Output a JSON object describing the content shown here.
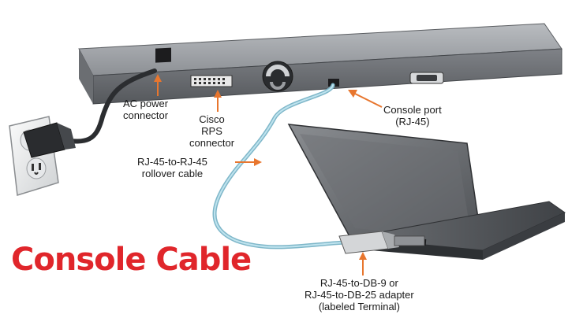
{
  "title": "Console Cable",
  "colors": {
    "title": "#e0262b",
    "arrow": "#e8762e",
    "cable": "#9fd0e0",
    "switch_body": "#7a7d82",
    "laptop_body": "#5c5f63"
  },
  "labels": {
    "ac_power": [
      "AC power",
      "connector"
    ],
    "cisco_rps": [
      "Cisco",
      "RPS",
      "connector"
    ],
    "rollover": [
      "RJ-45-to-RJ-45",
      "rollover cable"
    ],
    "console_port": [
      "Console port",
      "(RJ-45)"
    ],
    "adapter": [
      "RJ-45-to-DB-9 or",
      "RJ-45-to-DB-25 adapter",
      "(labeled Terminal)"
    ]
  },
  "icons": [
    "wall-outlet-icon",
    "power-plug-icon",
    "network-switch-icon",
    "laptop-icon",
    "rollover-cable-icon",
    "db9-adapter-icon"
  ]
}
